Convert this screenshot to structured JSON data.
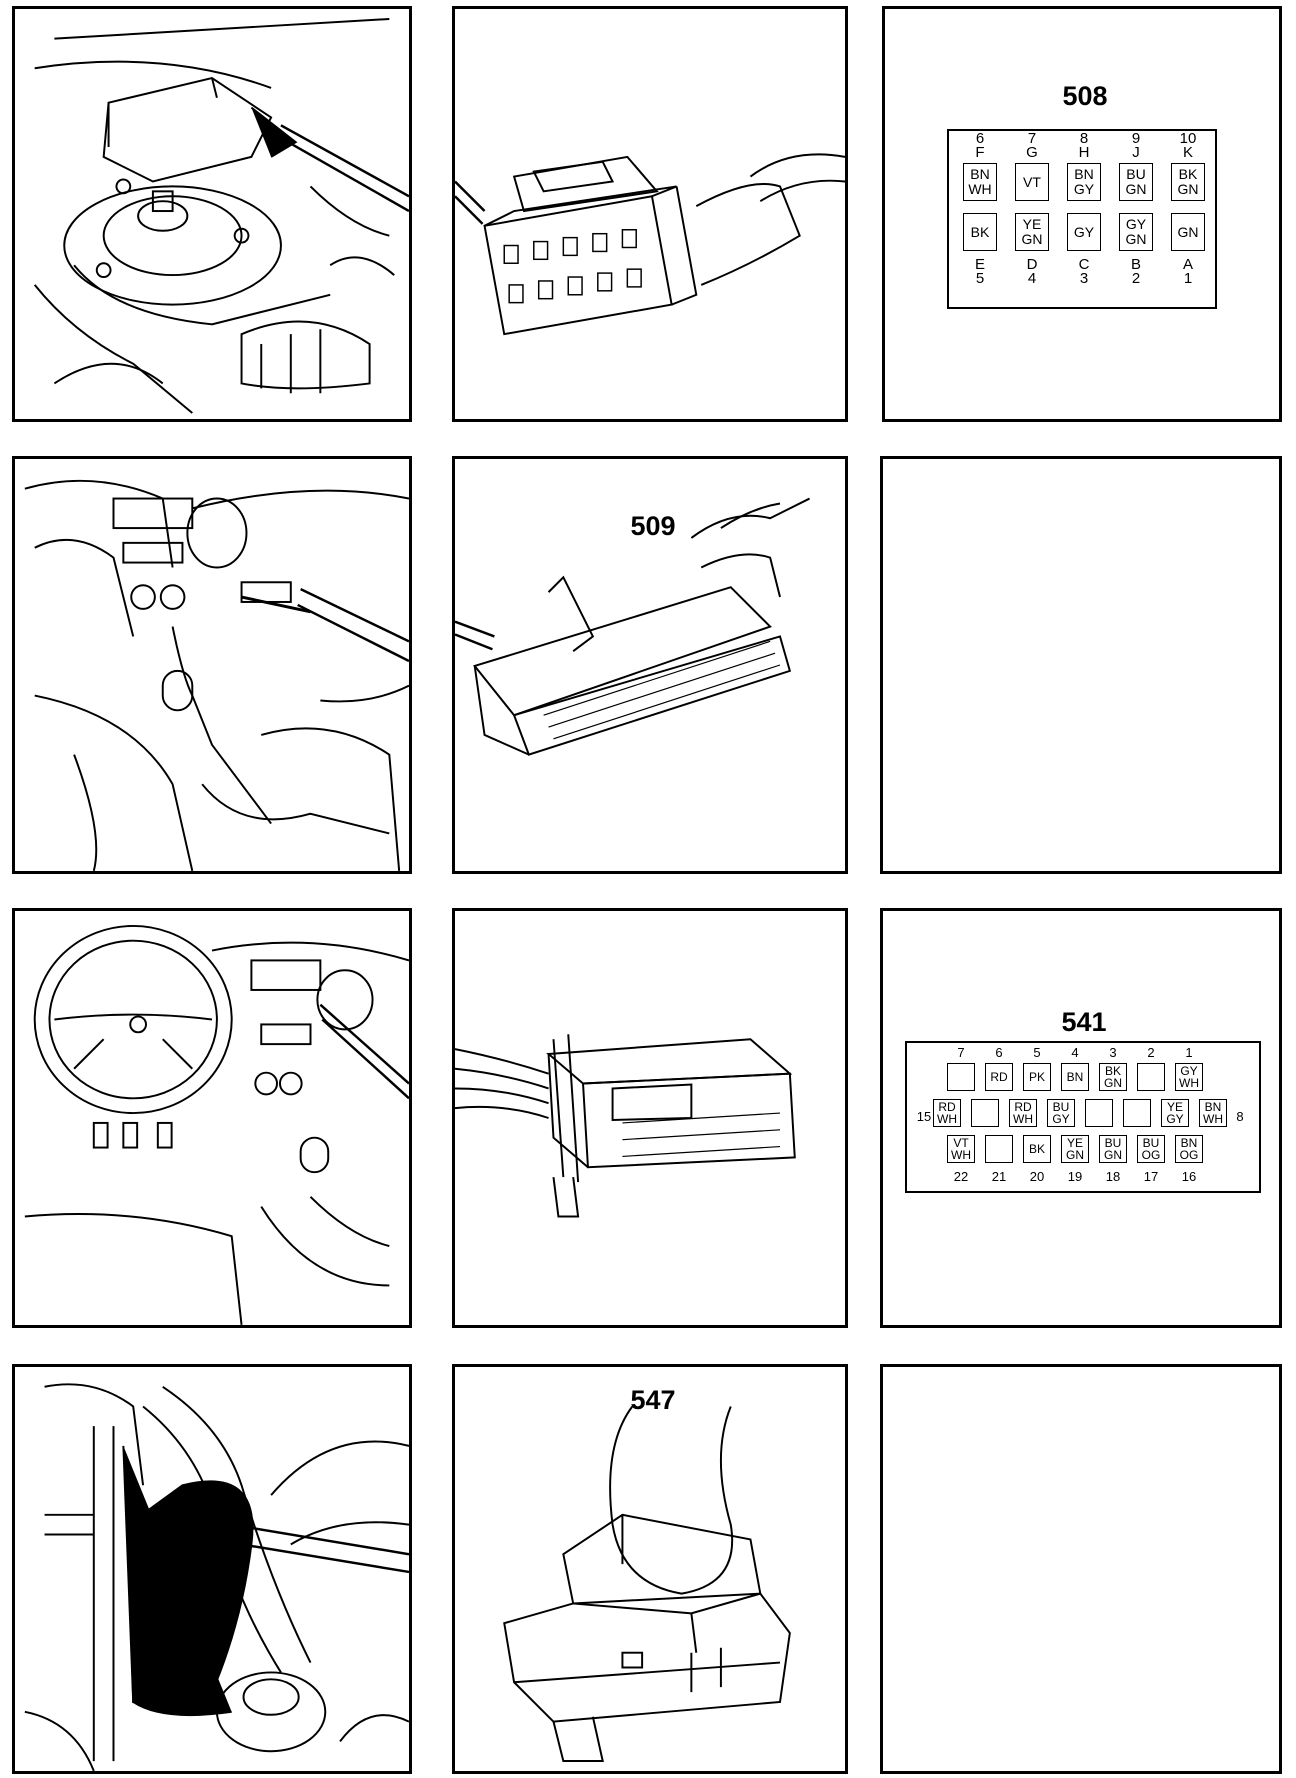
{
  "connectors": [
    {
      "id": "508"
    },
    {
      "id": "509"
    },
    {
      "id": "541"
    },
    {
      "id": "547"
    }
  ],
  "pinout_508": {
    "top_numbers": [
      "6",
      "7",
      "8",
      "9",
      "10"
    ],
    "top_letters": [
      "F",
      "G",
      "H",
      "J",
      "K"
    ],
    "top_row": [
      [
        "BN",
        "WH"
      ],
      [
        "VT"
      ],
      [
        "BN",
        "GY"
      ],
      [
        "BU",
        "GN"
      ],
      [
        "BK",
        "GN"
      ]
    ],
    "bottom_row": [
      [
        "BK"
      ],
      [
        "YE",
        "GN"
      ],
      [
        "GY"
      ],
      [
        "GY",
        "GN"
      ],
      [
        "GN"
      ]
    ],
    "bottom_letters": [
      "E",
      "D",
      "C",
      "B",
      "A"
    ],
    "bottom_numbers": [
      "5",
      "4",
      "3",
      "2",
      "1"
    ]
  },
  "pinout_541": {
    "row1_numbers": [
      "7",
      "6",
      "5",
      "4",
      "3",
      "2",
      "1"
    ],
    "row1": [
      [
        ""
      ],
      [
        "RD"
      ],
      [
        "PK"
      ],
      [
        "BN"
      ],
      [
        "BK",
        "GN"
      ],
      [
        ""
      ],
      [
        "GY",
        "WH"
      ]
    ],
    "row2_left_number": "15",
    "row2": [
      [
        "RD",
        "WH"
      ],
      [
        ""
      ],
      [
        "RD",
        "WH"
      ],
      [
        "BU",
        "GY"
      ],
      [
        ""
      ],
      [
        ""
      ],
      [
        "YE",
        "GY"
      ],
      [
        "BN",
        "WH"
      ]
    ],
    "row2_right_number": "8",
    "row3": [
      [
        "VT",
        "WH"
      ],
      [
        ""
      ],
      [
        "BK"
      ],
      [
        "YE",
        "GN"
      ],
      [
        "BU",
        "GN"
      ],
      [
        "BU",
        "OG"
      ],
      [
        "BN",
        "OG"
      ]
    ],
    "row3_numbers": [
      "22",
      "21",
      "20",
      "19",
      "18",
      "17",
      "16"
    ]
  }
}
